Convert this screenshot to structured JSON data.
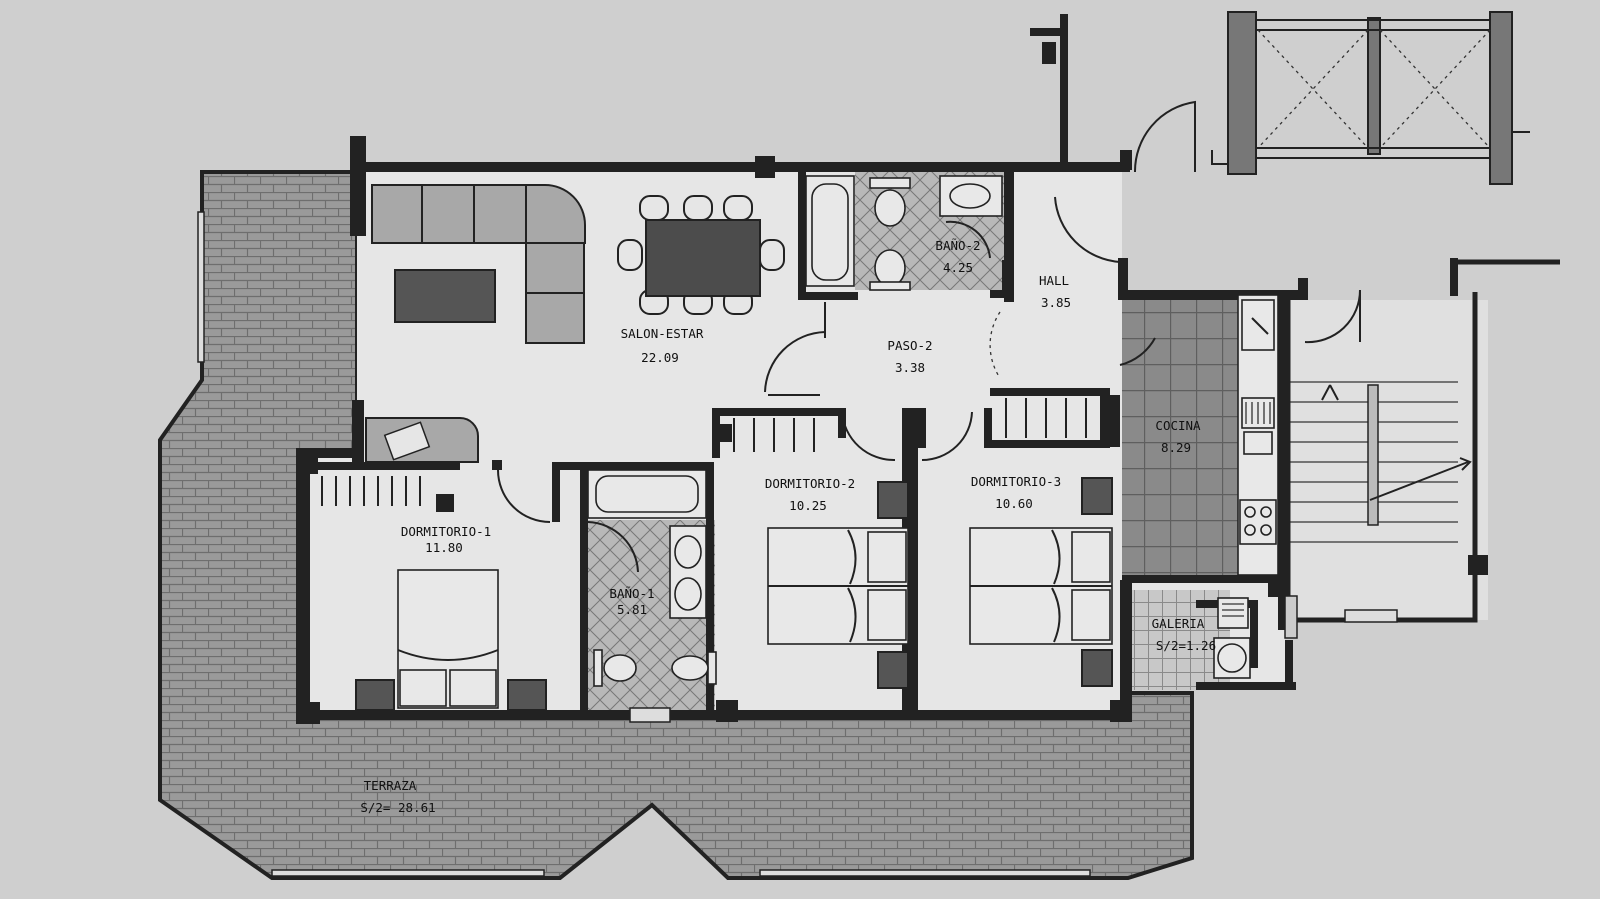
{
  "rooms": {
    "salon_estar": {
      "name": "SALON-ESTAR",
      "area": "22.09"
    },
    "paso_2": {
      "name": "PASO-2",
      "area": "3.38"
    },
    "bano_2": {
      "name": "BAÑO-2",
      "area": "4.25"
    },
    "hall": {
      "name": "HALL",
      "area": "3.85"
    },
    "cocina": {
      "name": "COCINA",
      "area": "8.29"
    },
    "dormitorio_1": {
      "name": "DORMITORIO-1",
      "area": "11.80"
    },
    "bano_1": {
      "name": "BAÑO-1",
      "area": "5.81"
    },
    "dormitorio_2": {
      "name": "DORMITORIO-2",
      "area": "10.25"
    },
    "dormitorio_3": {
      "name": "DORMITORIO-3",
      "area": "10.60"
    },
    "galeria": {
      "name": "GALERIA",
      "area": "S/2=1.26"
    },
    "terraza": {
      "name": "TERRAZA",
      "area": "S/2= 28.61"
    }
  },
  "colors": {
    "background": "#cfcfcf",
    "floor": "#e6e6e6",
    "wall": "#222222",
    "terrace_pattern": "#9a9a9a",
    "kitchen_floor": "#8a8a8a",
    "furniture": "#a8a8a8"
  }
}
